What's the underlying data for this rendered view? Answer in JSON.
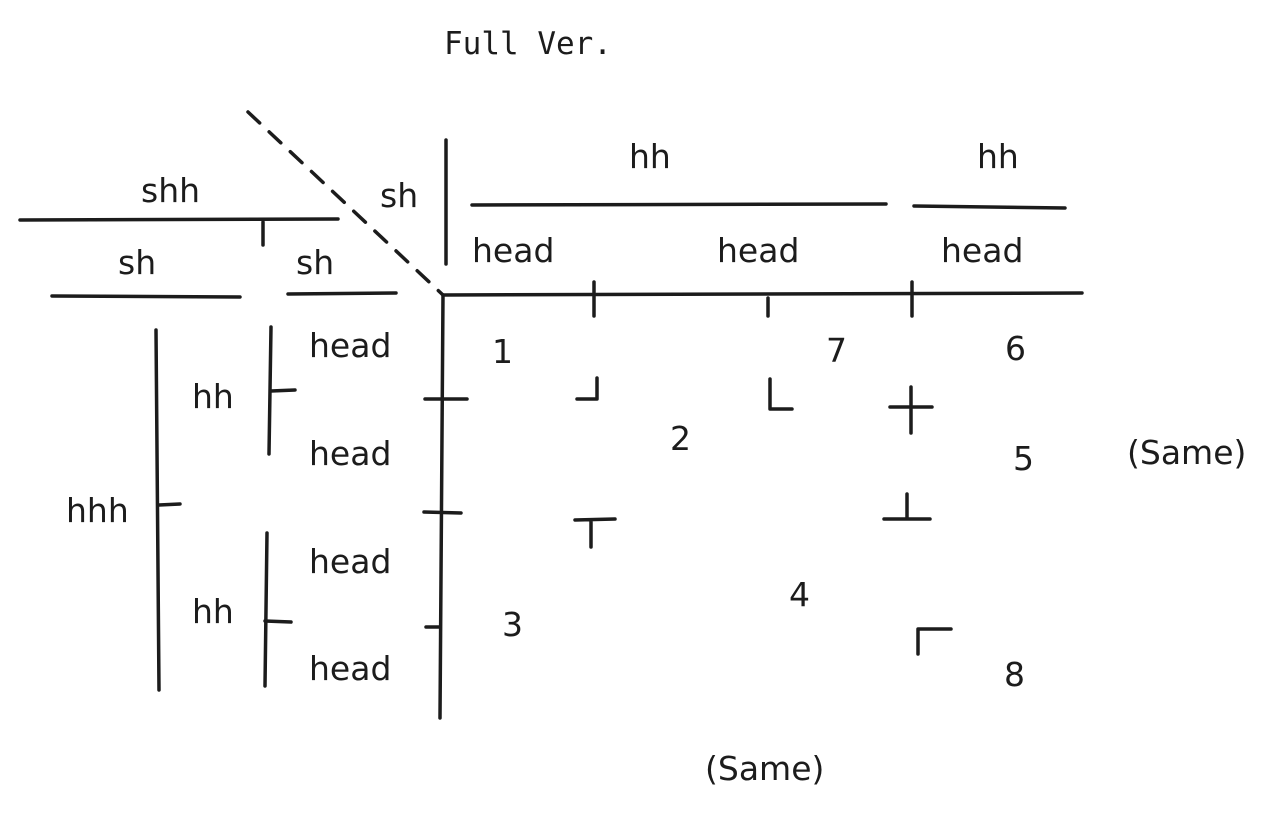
{
  "title": "Full Ver.",
  "ink_color": "#1c1c1c",
  "corner": {
    "top_label": "sh",
    "left_group": "shh",
    "left_sub_1": "sh",
    "left_sub_2": "sh"
  },
  "column_header": {
    "group_1": "hh",
    "group_2": "hh",
    "head_1": "head",
    "head_2": "head",
    "head_3": "head"
  },
  "row_header": {
    "outer_group": "hhh",
    "group_1": "hh",
    "group_2": "hh",
    "head_1": "head",
    "head_2": "head",
    "head_3": "head",
    "head_4": "head"
  },
  "cells": {
    "c1": "1",
    "c2": "2",
    "c3": "3",
    "c4": "4",
    "c5": "5",
    "c6": "6",
    "c7": "7",
    "c8": "8"
  },
  "notes": {
    "right": "(Same)",
    "bottom": "(Same)"
  }
}
